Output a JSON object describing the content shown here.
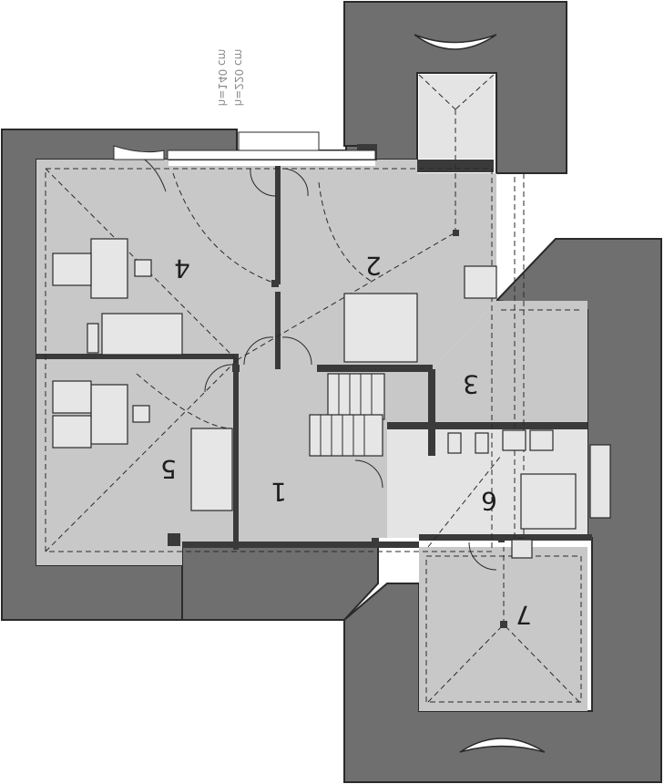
{
  "height_notes": [
    "h=140 cm",
    "h=220 cm"
  ],
  "rooms": [
    {
      "number": "1"
    },
    {
      "number": "2"
    },
    {
      "number": "3"
    },
    {
      "number": "4"
    },
    {
      "number": "5"
    },
    {
      "number": "6"
    },
    {
      "number": "7"
    }
  ],
  "colors": {
    "roof": "#6f6f6f",
    "floor": "#c8c8c8",
    "floor_light": "#e4e4e4",
    "wall": "#3a3a3a"
  }
}
